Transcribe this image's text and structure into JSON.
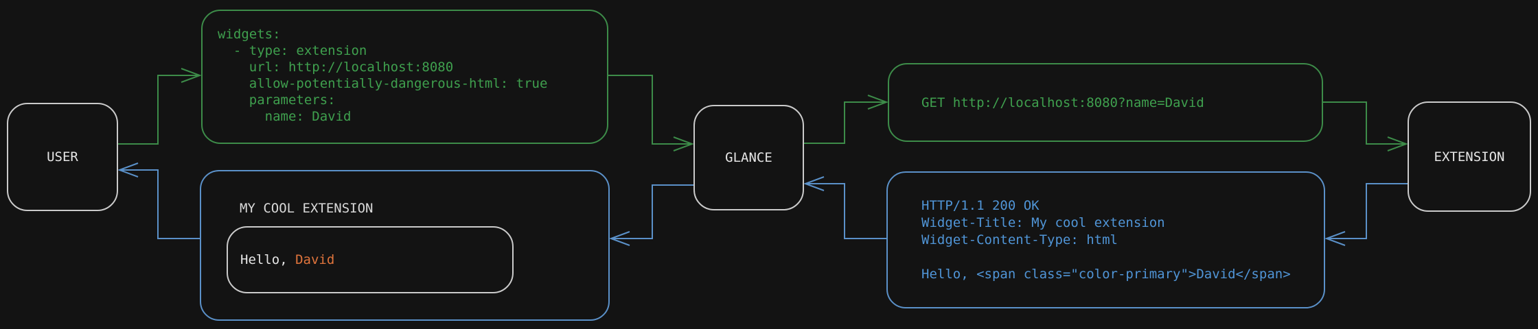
{
  "colors": {
    "background": "#131313",
    "green_line": "#3d8c49",
    "green_text": "#3fa04e",
    "blue_line": "#5b91c9",
    "blue_text": "#5095d7",
    "orange": "#e0743c",
    "white_text": "#e6e6e6",
    "node_border": "#cbcbcb"
  },
  "nodes": {
    "user": {
      "label": "USER"
    },
    "glance": {
      "label": "GLANCE"
    },
    "extension": {
      "label": "EXTENSION"
    }
  },
  "config_box": {
    "lines": [
      "widgets:",
      "  - type: extension",
      "    url: http://localhost:8080",
      "    allow-potentially-dangerous-html: true",
      "    parameters:",
      "      name: David"
    ]
  },
  "request_box": {
    "text": "GET http://localhost:8080?name=David"
  },
  "response_box": {
    "lines": [
      "HTTP/1.1 200 OK",
      "Widget-Title: My cool extension",
      "Widget-Content-Type: html",
      "",
      "Hello, <span class=\"color-primary\">David</span>"
    ]
  },
  "widget_box": {
    "title": "MY COOL EXTENSION",
    "greeting_prefix": "Hello, ",
    "greeting_name": "David"
  }
}
